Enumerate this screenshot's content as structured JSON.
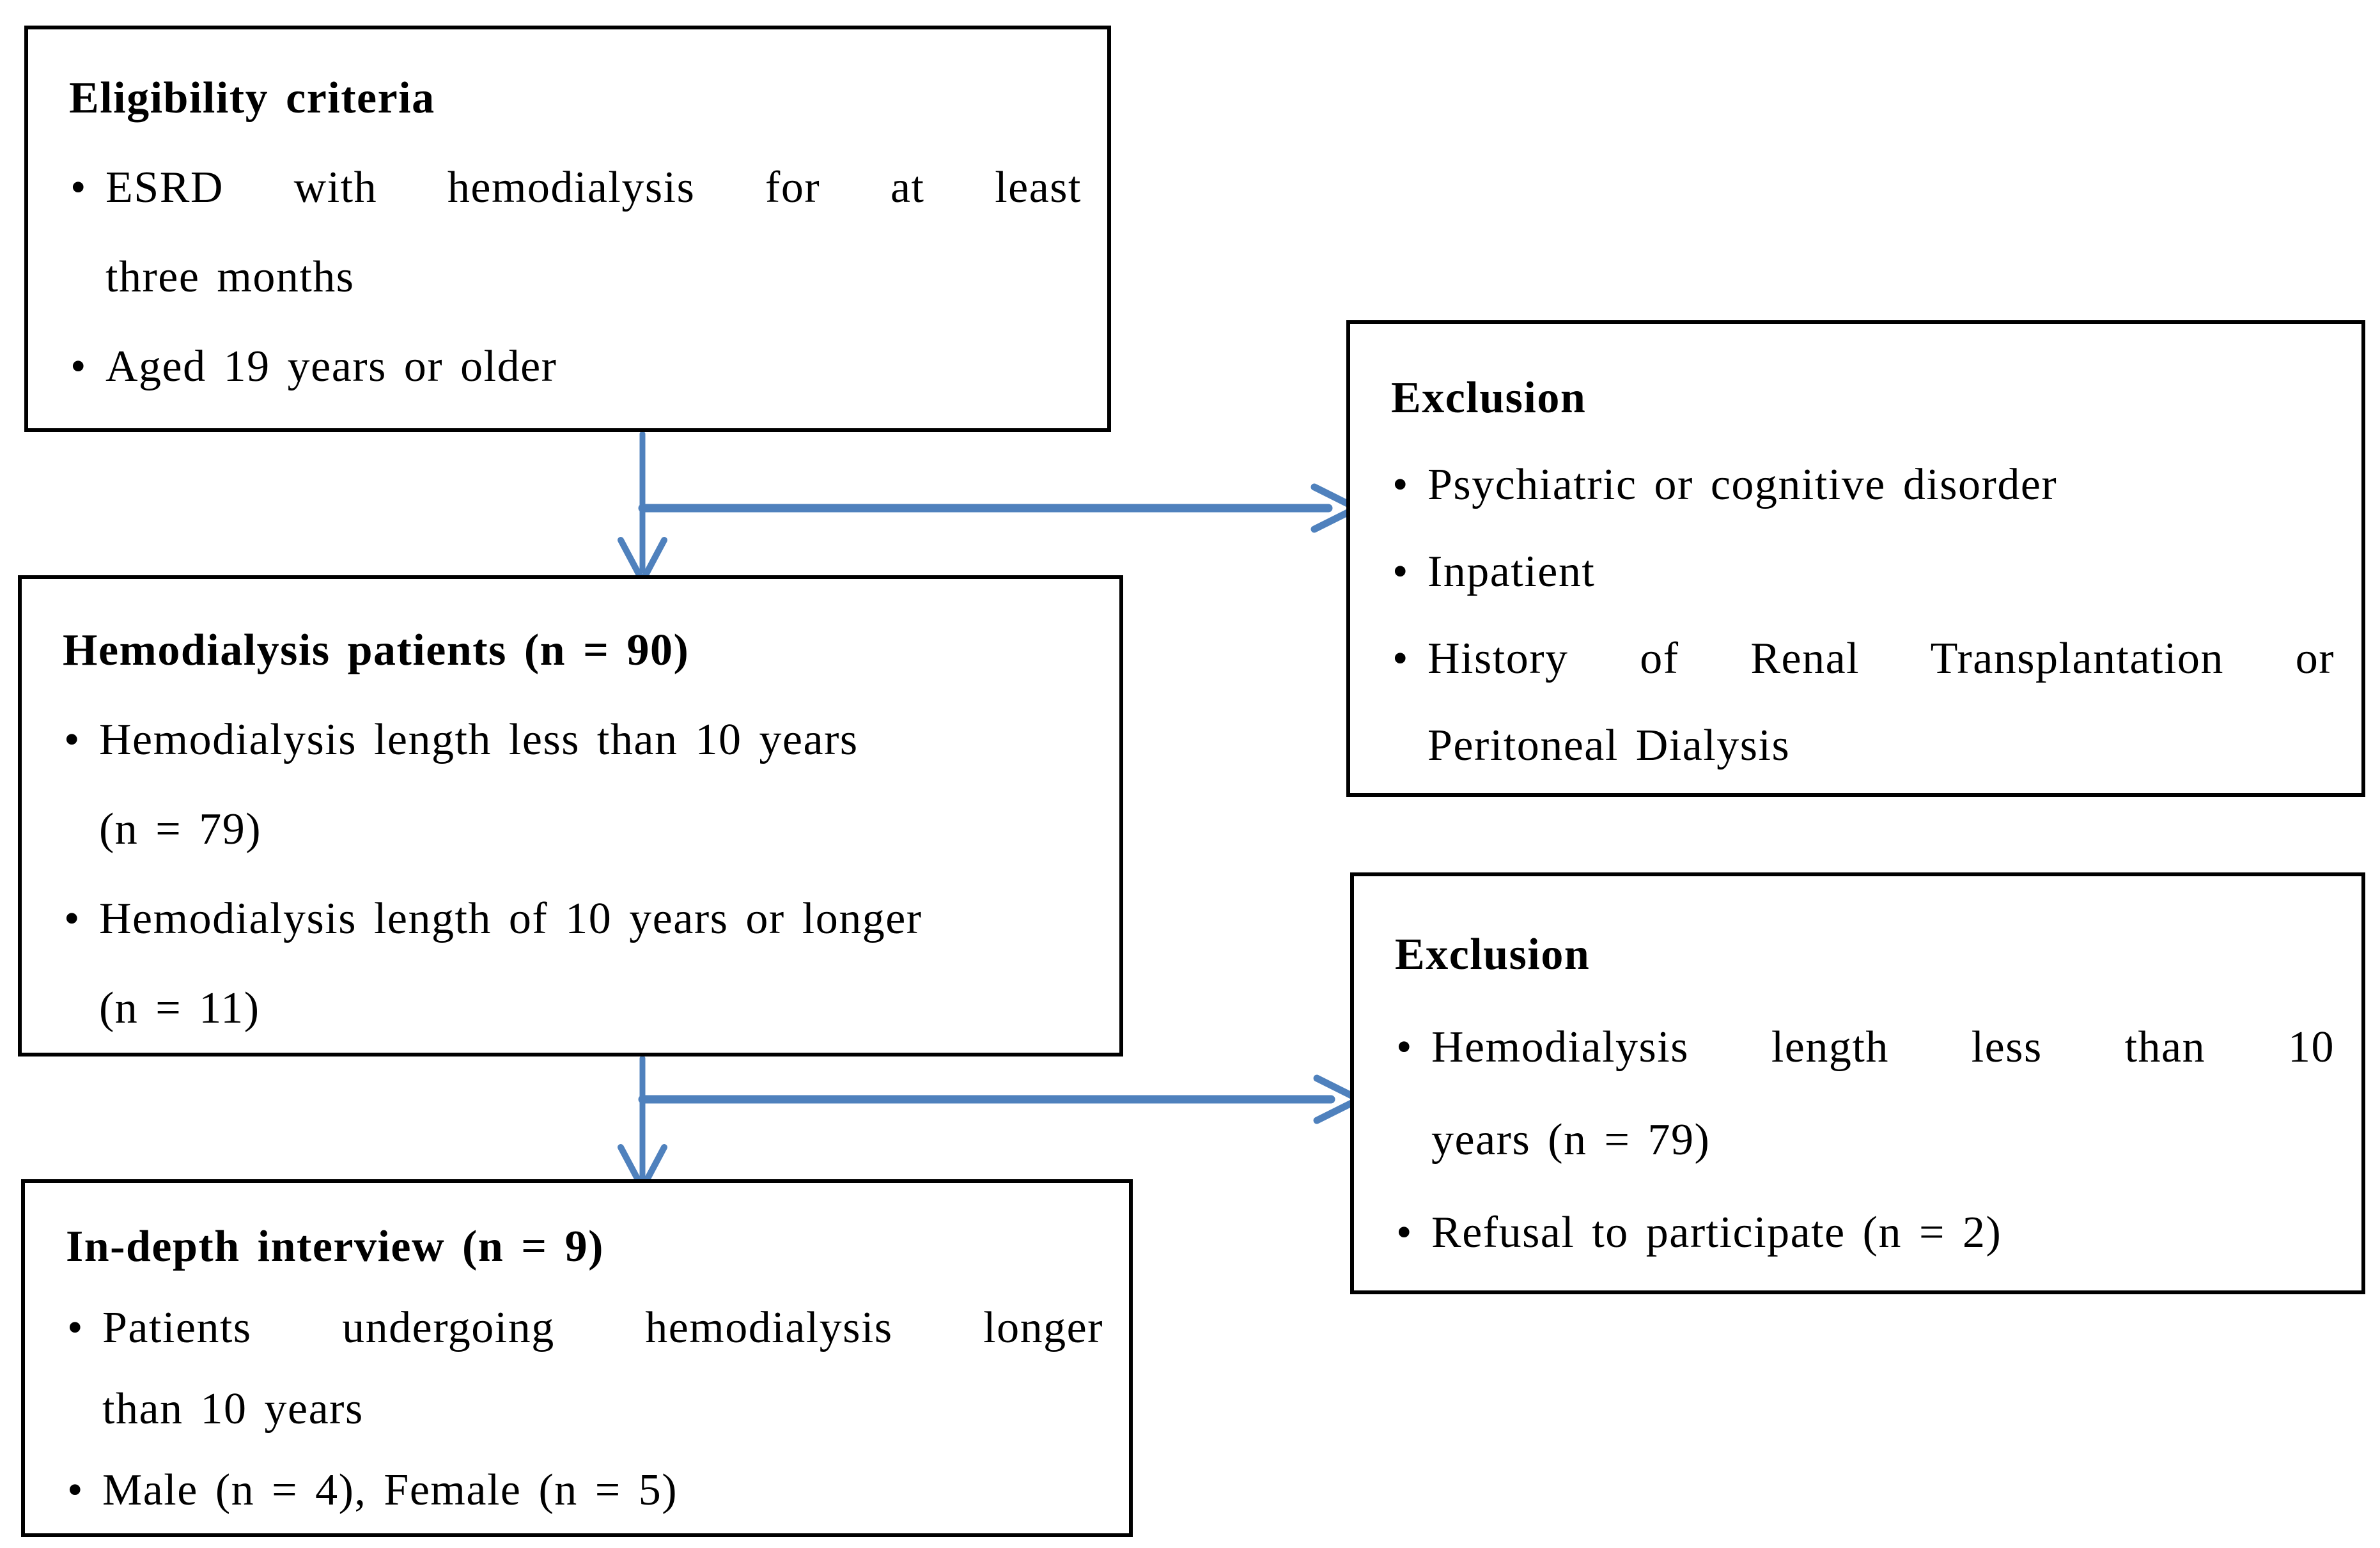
{
  "colors": {
    "arrow": "#4f81bd",
    "border": "#000000",
    "text": "#000000",
    "background": "#ffffff"
  },
  "bullet_char": "•",
  "boxes": {
    "eligibility": {
      "title": "Eligibility criteria",
      "bullets": [
        {
          "lines": [
            "ESRD with hemodialysis for at least",
            "three months"
          ]
        },
        {
          "lines": [
            "Aged 19 years or older"
          ]
        }
      ]
    },
    "exclusion1": {
      "title": "Exclusion",
      "bullets": [
        {
          "lines": [
            "Psychiatric or cognitive disorder"
          ]
        },
        {
          "lines": [
            "Inpatient"
          ]
        },
        {
          "lines": [
            "History of Renal Transplantation or",
            "Peritoneal Dialysis"
          ]
        }
      ]
    },
    "hemodialysis": {
      "title": "Hemodialysis patients (n = 90)",
      "bullets": [
        {
          "lines": [
            "Hemodialysis length less than 10 years",
            "(n = 79)"
          ]
        },
        {
          "lines": [
            "Hemodialysis length of 10 years or longer",
            "(n = 11)"
          ]
        }
      ]
    },
    "exclusion2": {
      "title": "Exclusion",
      "bullets": [
        {
          "lines": [
            "Hemodialysis length less than 10",
            "years (n = 79)"
          ]
        },
        {
          "lines": [
            "Refusal to participate (n = 2)"
          ]
        }
      ]
    },
    "interview": {
      "title": "In-depth interview (n = 9)",
      "bullets": [
        {
          "lines": [
            "Patients undergoing hemodialysis longer",
            "than 10 years"
          ]
        },
        {
          "lines": [
            "Male (n = 4), Female (n = 5)"
          ]
        }
      ]
    }
  }
}
